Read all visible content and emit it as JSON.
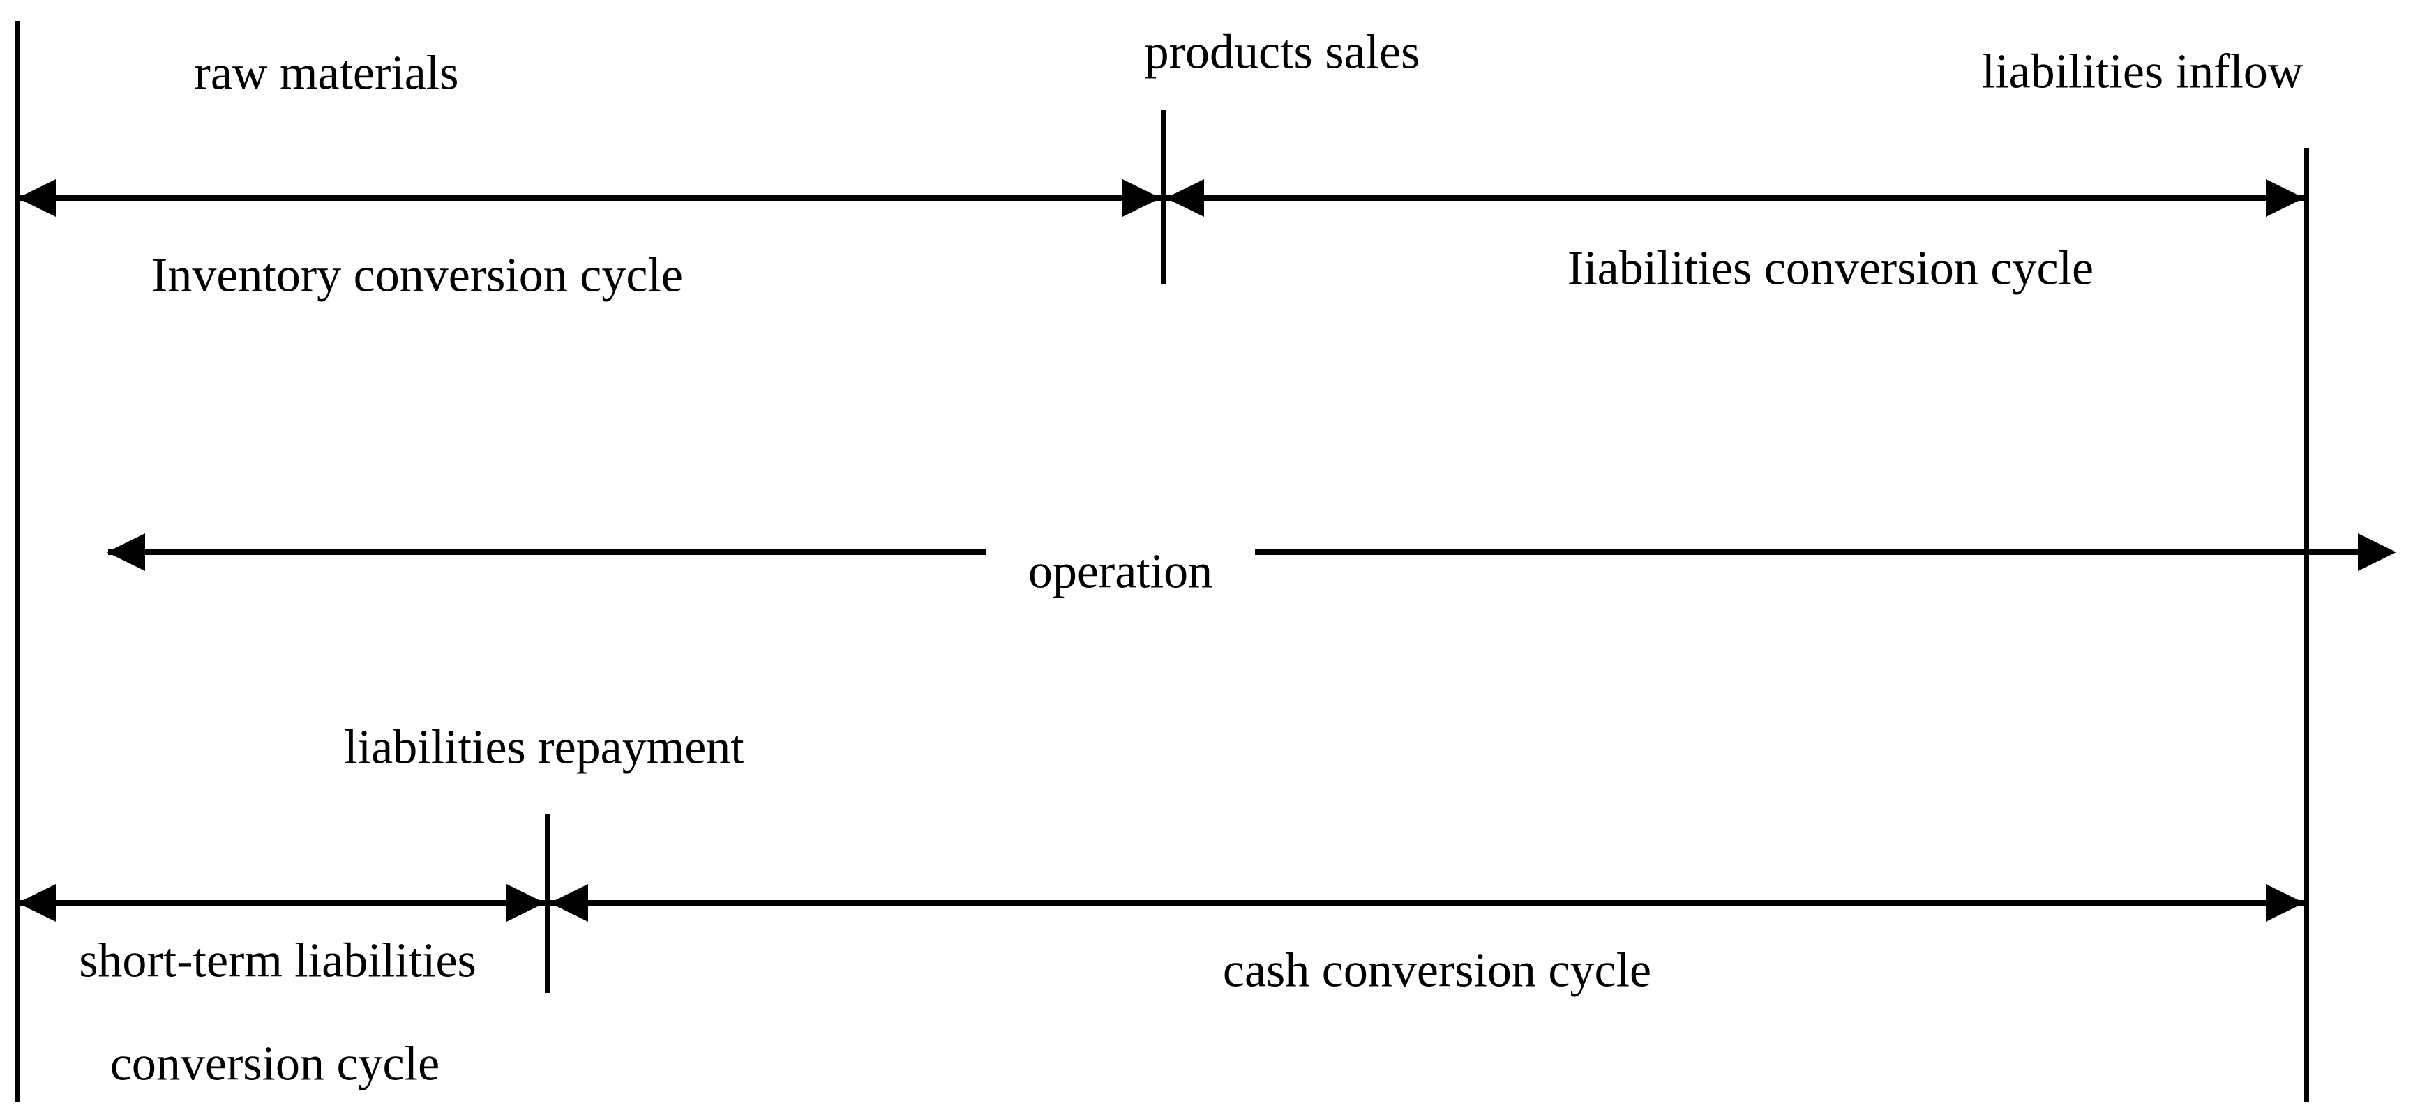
{
  "page": {
    "background": "#ffffff",
    "ink": "#000000"
  },
  "diagram": {
    "labels": {
      "raw_materials": "raw materials",
      "products_sales": "products sales",
      "liabilities_inflow": "liabilities inflow",
      "inventory_conversion_cycle": "Inventory conversion cycle",
      "liabilities_conversion_cycle": "Iiabilities conversion cycle",
      "operation": "operation",
      "liabilities_repayment": "liabilities repayment",
      "short_term_liabilities_line1": "short-term liabilities",
      "short_term_liabilities_line2": "conversion cycle",
      "cash_conversion_cycle": "cash conversion cycle"
    }
  }
}
